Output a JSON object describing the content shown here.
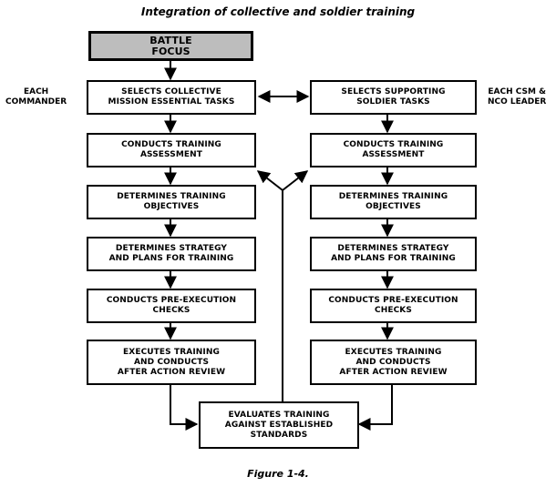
{
  "title": "Integration of collective and soldier training",
  "caption": "Figure 1-4.",
  "labels": {
    "left": "EACH\nCOMMANDER",
    "right": "EACH CSM &\nNCO LEADER"
  },
  "battle_focus": "BATTLE\nFOCUS",
  "left_column": [
    "SELECTS COLLECTIVE\nMISSION ESSENTIAL TASKS",
    "CONDUCTS TRAINING\nASSESSMENT",
    "DETERMINES TRAINING\nOBJECTIVES",
    "DETERMINES STRATEGY\nAND PLANS FOR TRAINING",
    "CONDUCTS PRE-EXECUTION\nCHECKS",
    "EXECUTES TRAINING\nAND CONDUCTS\nAFTER ACTION REVIEW"
  ],
  "right_column": [
    "SELECTS SUPPORTING\nSOLDIER TASKS",
    "CONDUCTS TRAINING\nASSESSMENT",
    "DETERMINES TRAINING\nOBJECTIVES",
    "DETERMINES STRATEGY\nAND PLANS FOR TRAINING",
    "CONDUCTS PRE-EXECUTION\nCHECKS",
    "EXECUTES TRAINING\nAND CONDUCTS\nAFTER ACTION REVIEW"
  ],
  "evaluate": "EVALUATES TRAINING\nAGAINST ESTABLISHED\nSTANDARDS"
}
